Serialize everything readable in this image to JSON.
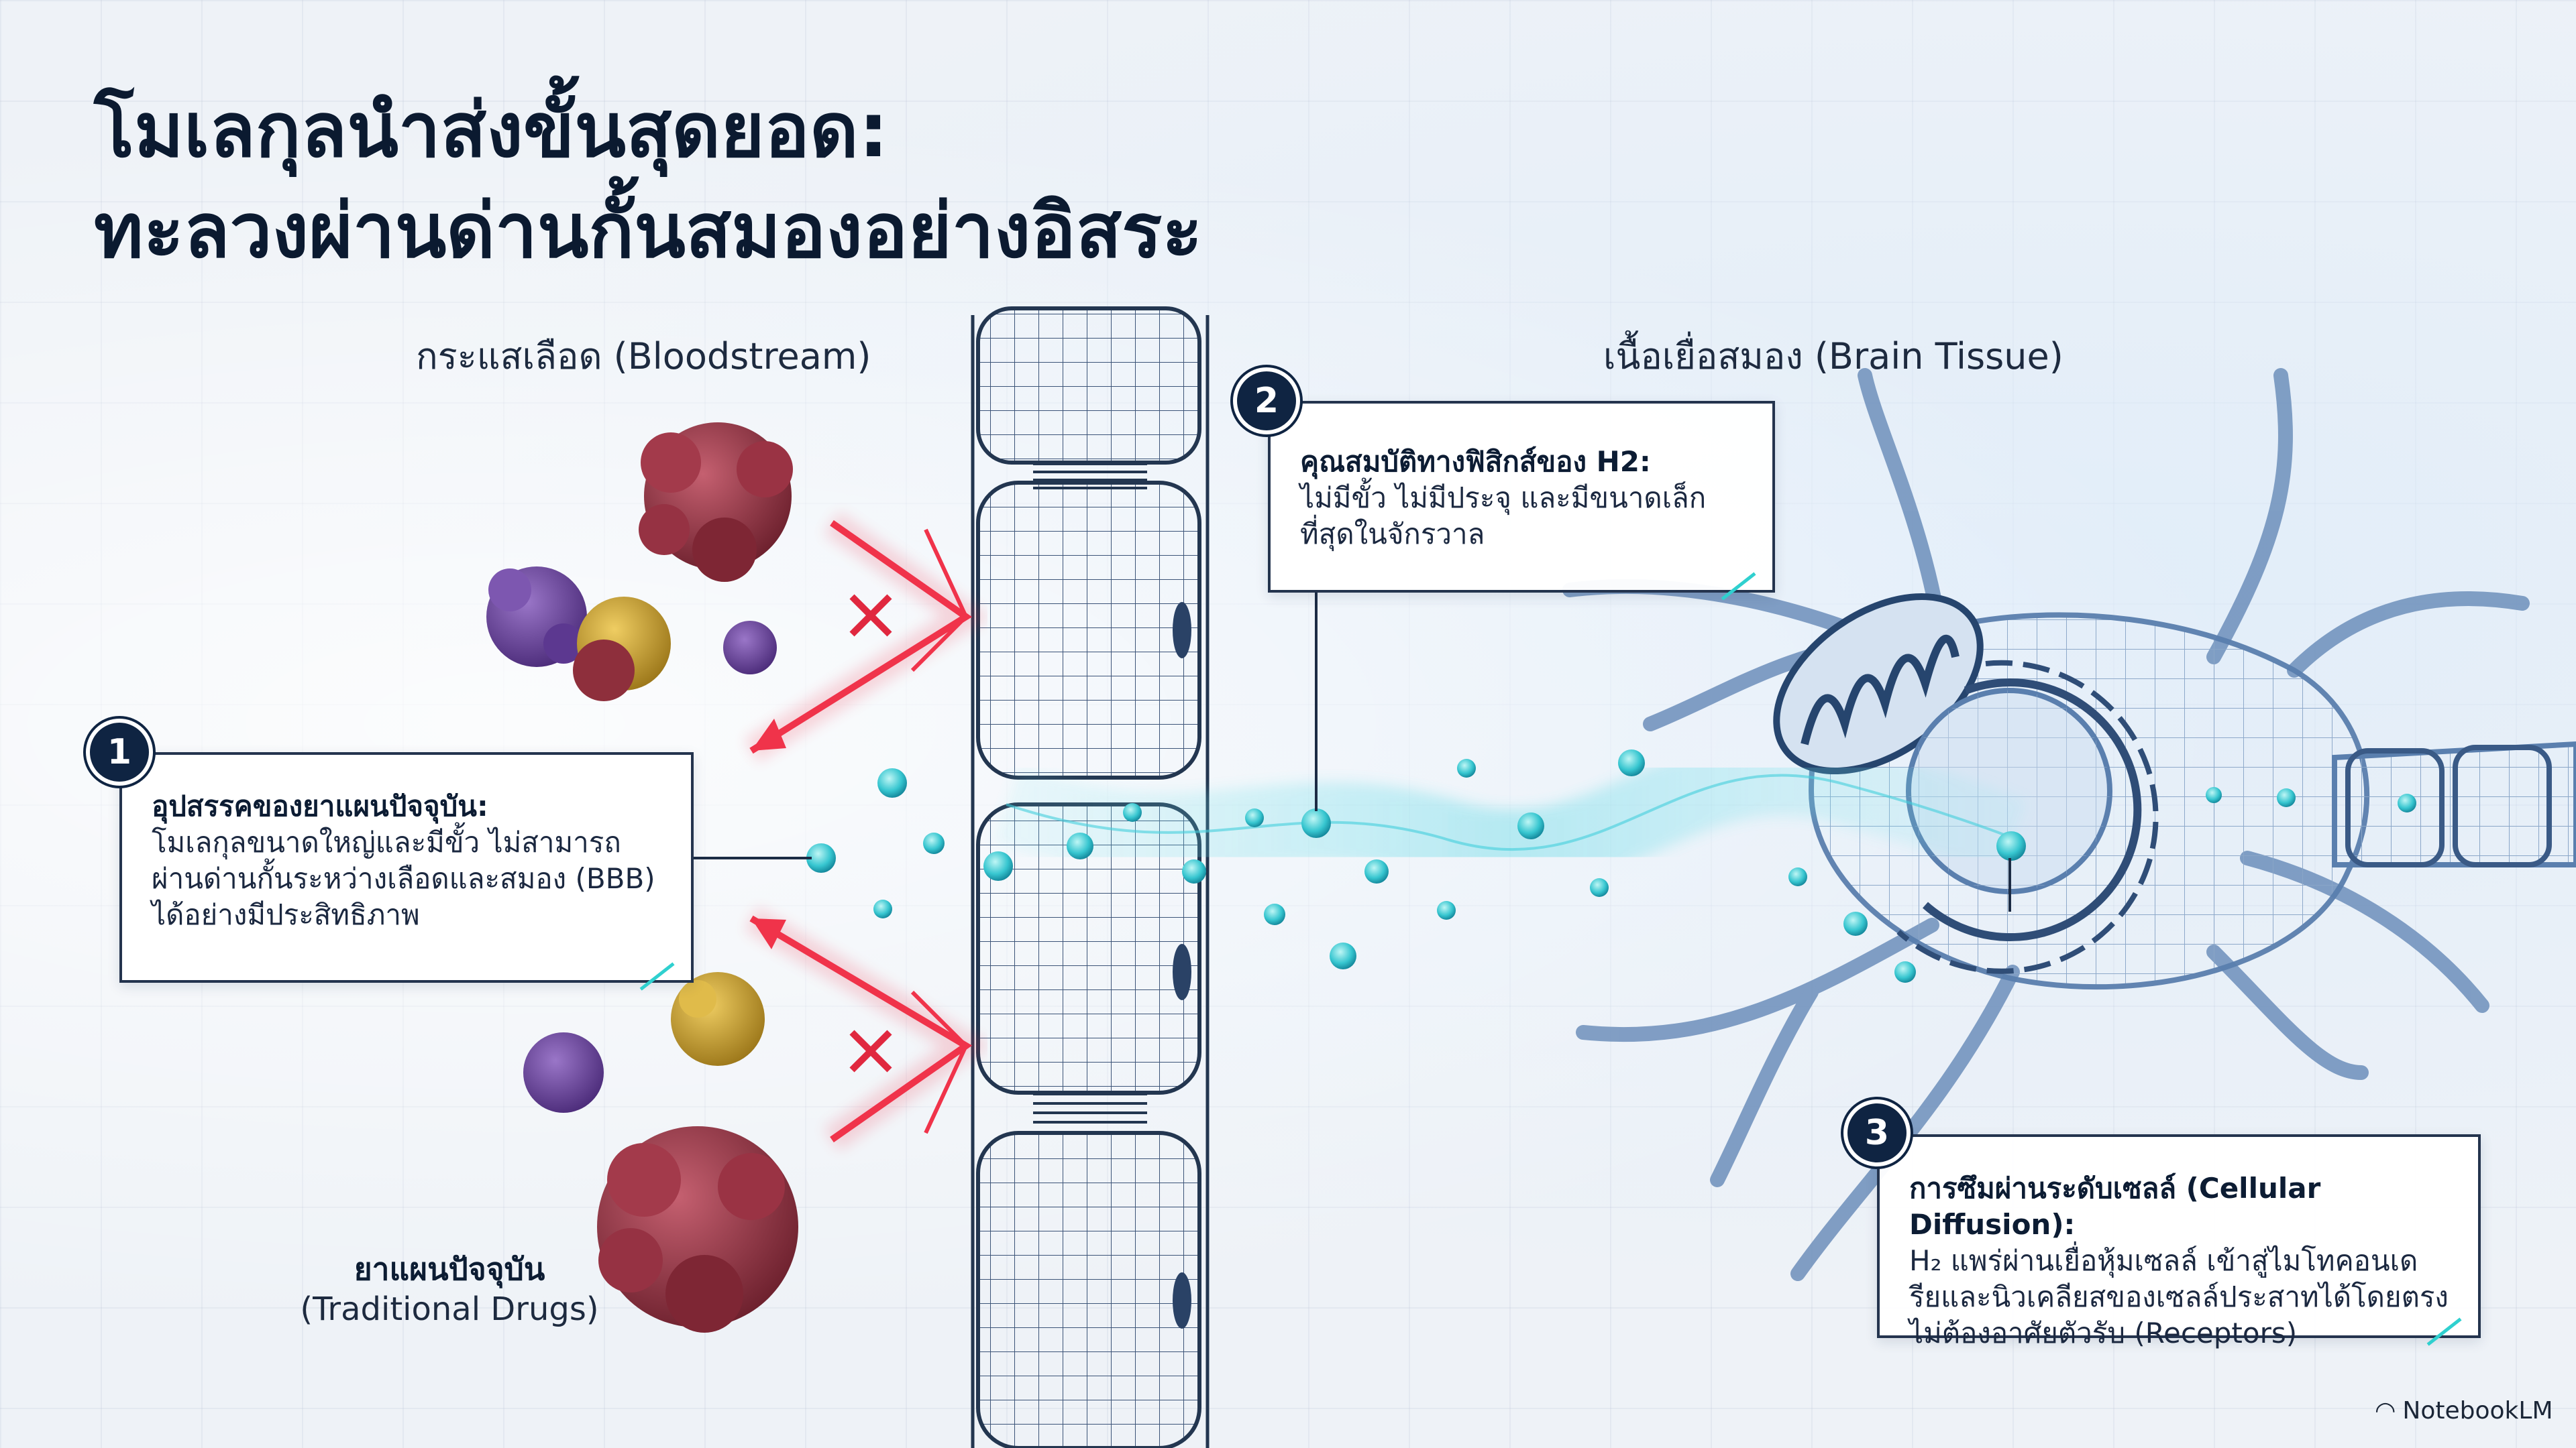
{
  "title": {
    "line1": "โมเลกุลนำส่งขั้นสุดยอด:",
    "line2": "ทะลวงผ่านด่านกั้นสมองอย่างอิสระ"
  },
  "regions": {
    "bloodstream": "กระแสเลือด (Bloodstream)",
    "brain_tissue": "เนื้อเยื่อสมอง (Brain Tissue)"
  },
  "callouts": [
    {
      "number": "1",
      "heading": "อุปสรรคของยาแผนปัจจุบัน:",
      "body": "โมเลกุลขนาดใหญ่และมีขั้ว ไม่สามารถผ่านด่านกั้นระหว่างเลือดและสมอง (BBB) ได้อย่างมีประสิทธิภาพ"
    },
    {
      "number": "2",
      "heading": "คุณสมบัติทางฟิสิกส์ของ H2:",
      "body": "ไม่มีขั้ว ไม่มีประจุ และมีขนาดเล็กที่สุดในจักรวาล"
    },
    {
      "number": "3",
      "heading": "การซึมผ่านระดับเซลล์ (Cellular Diffusion):",
      "body": "H₂ แพร่ผ่านเยื่อหุ้มเซลล์ เข้าสู่ไมโทคอนเดรียและนิวเคลียสของเซลล์ประสาทได้โดยตรง ไม่ต้องอาศัยตัวรับ (Receptors)"
    }
  ],
  "drugs_label": {
    "thai": "ยาแผนปัจจุบัน",
    "english": "(Traditional Drugs)"
  },
  "brand": "NotebookLM",
  "colors": {
    "title": "#0b1a30",
    "badge": "#0f2442",
    "h2_molecule": "#2fd0cf",
    "blocked_arrow": "#f0334a",
    "drug_red": "#8e2f3c",
    "drug_purple": "#6a3f9a",
    "drug_yellow": "#c9a02a",
    "barrier_line": "#233650",
    "neuron_line": "#5a7fae"
  }
}
